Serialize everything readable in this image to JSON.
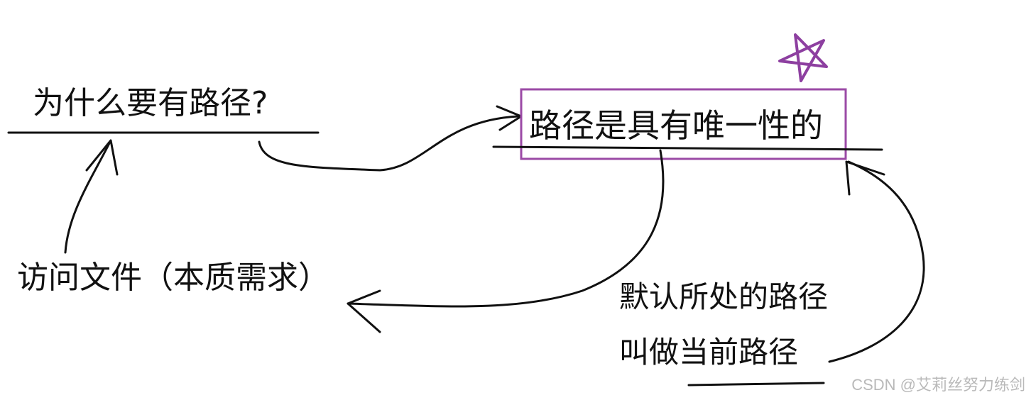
{
  "diagram": {
    "nodes": {
      "why_path": "为什么要有路径?",
      "unique": "路径是具有唯一性的",
      "access_file": "访问文件（本质需求）",
      "default_path_line1": "默认所处的路径",
      "default_path_line2": "叫做当前路径"
    },
    "watermark": "CSDN @艾莉丝努力练剑",
    "colors": {
      "ink": "#111111",
      "highlight_box": "#9b4aa6",
      "star": "#8d3fa0",
      "watermark": "#b9b9b9"
    }
  }
}
